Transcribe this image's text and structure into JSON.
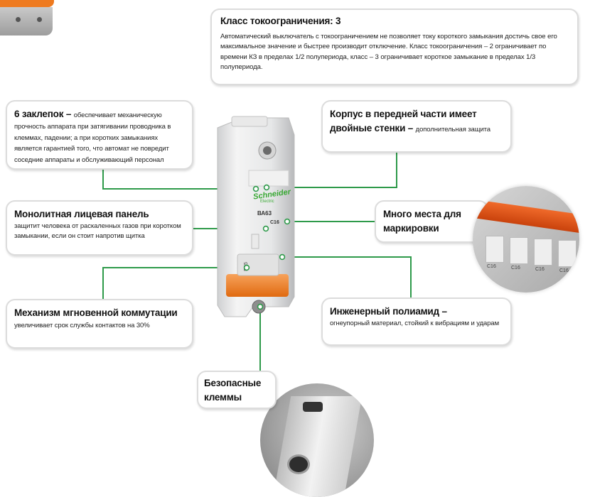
{
  "current_limit": {
    "title": "Класс токоограничения: 3",
    "text": "Автоматический выключатель с токоограничением не позволяет току короткого замыкания достичь свое его максимальное значение и быстрее производит отключение. Класс токоограничения – 2 ограничивает по времени КЗ в пределах 1/2 полупериода, класс – 3 ограничивает короткое замыкание в пределах 1/3 полупериода."
  },
  "rivets": {
    "title": "6 заклепок",
    "dash": " – ",
    "text": "обеспечивает механическую прочность аппарата при затягивании проводника в клеммах, падении; а при коротких замыканиях является гарантией того, что автомат не повредит соседние аппараты и обслуживающий персонал"
  },
  "housing": {
    "title": "Корпус в передней части имеет двойные стенки",
    "dash": " – ",
    "text": "дополнительная защита"
  },
  "front_panel": {
    "title": "Монолитная лицевая панель",
    "text": "защитит человека от раскаленных газов при коротком замыкании, если он стоит напротив щитка"
  },
  "marking": {
    "title": "Много места для маркировки"
  },
  "mechanism": {
    "title": "Механизм мгновенной коммутации",
    "text": "увеличивает срок службы контактов на 30%"
  },
  "polyamide": {
    "title": "Инженерный полиамид –",
    "text": "огнеупорный материал, стойкий к вибрациям и ударам"
  },
  "terminals": {
    "title": "Безопасные клеммы"
  },
  "breaker": {
    "brand": "Schneider",
    "brand_sub": "Electric",
    "model": "ВА63",
    "rating": "C16",
    "side_code": "D45"
  },
  "marking_photo": {
    "labels": [
      "C16",
      "C16",
      "C16",
      "C16"
    ]
  },
  "colors": {
    "accent_line": "#2e9a4a",
    "handle_orange": "#ee7a1f",
    "box_border": "#dcdcdc",
    "brand_green": "#3aa935"
  }
}
